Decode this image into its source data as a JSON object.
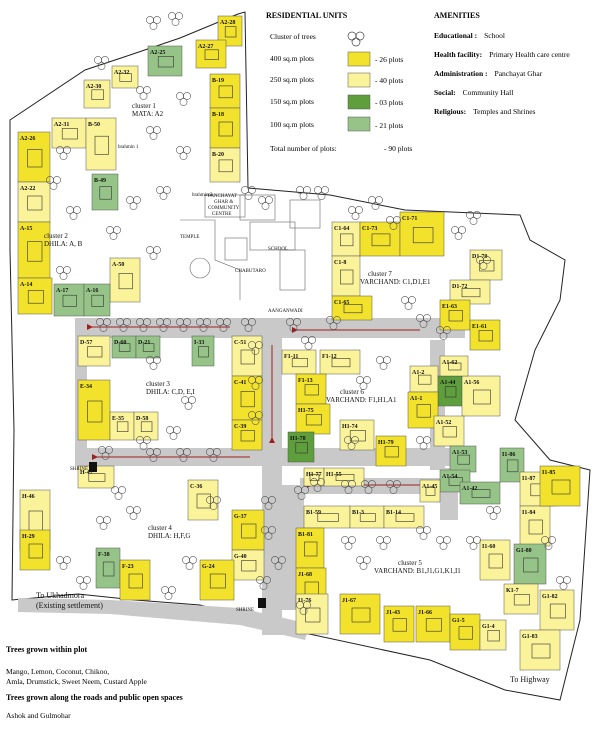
{
  "legend": {
    "heading": "RESIDENTIAL UNITS",
    "trees_label": "Cluster of trees",
    "units": [
      {
        "label": "400 sq.m plots",
        "count": "- 26 plots",
        "color": "#f2e22c"
      },
      {
        "label": "250 sq.m plots",
        "count": "- 40 plots",
        "color": "#fbf39a"
      },
      {
        "label": "150 sq.m plots",
        "count": "- 03 plots",
        "color": "#5f9e3c"
      },
      {
        "label": "100 sq.m plots",
        "count": "- 21 plots",
        "color": "#96c488"
      }
    ],
    "total_label": "Total number of plots:",
    "total_value": "- 90 plots"
  },
  "amenities": {
    "heading": "AMENITIES",
    "items": [
      {
        "key": "Educational :",
        "value": "School"
      },
      {
        "key": "Health facility:",
        "value": "Primary Health care centre"
      },
      {
        "key": "Administration :",
        "value": "Panchayat Ghar"
      },
      {
        "key": "Social:",
        "value": "Community Hall"
      },
      {
        "key": "Religious:",
        "value": "Temples and Shrines"
      }
    ]
  },
  "notes": {
    "plot_trees_heading": "Trees grown within plot",
    "plot_trees_line1": "Mango, Lemon, Coconut, Chikoo,",
    "plot_trees_line2": "Amla, Drumstick, Sweet Neem, Custard Apple",
    "road_trees_heading": "Trees grown along the roads and public open spaces",
    "road_trees_line": "Ashok and Gulmohar"
  },
  "roads": {
    "to_ukhadmora_line1": "To Ukhadmora",
    "to_ukhadmora_line2": "(Existing settlement)",
    "to_highway": "To Highway"
  },
  "landmarks": {
    "temple": "TEMPLE",
    "school": "SCHOOL",
    "chabutaro": "CHABUTARO",
    "aanganwadi": "AANGANWADI",
    "panchayat_line1": "PANCHAYAT",
    "panchayat_line2": "GHAR &",
    "panchayat_line3": "COMMUNITY",
    "panchayat_line4": "CENTRE",
    "shrine": "SHRINE",
    "brahmin1": "brahmin 1",
    "brahmin2": "brahmin 2"
  },
  "clusters": [
    {
      "name": "cluster 1",
      "sub": "MATA: A2"
    },
    {
      "name": "cluster 2",
      "sub": "DHILA: A, B"
    },
    {
      "name": "cluster 3",
      "sub": "DHILA: C,D, E,I"
    },
    {
      "name": "cluster 4",
      "sub": "DHILA: H,F,G"
    },
    {
      "name": "cluster 5",
      "sub": "VARCHAND: B1,J1,G1,K1,I1"
    },
    {
      "name": "cluster 6",
      "sub": "VARCHAND: F1,H1,A1"
    },
    {
      "name": "cluster 7",
      "sub": "VARCHAND: C1,D1,E1"
    }
  ],
  "plots": [
    "A2-28",
    "A2-27",
    "A2-30",
    "A2-32",
    "A2-25",
    "B-19",
    "B-18",
    "B-20",
    "A2-31",
    "A2-26",
    "B-50",
    "A2-22",
    "B-49",
    "A-15",
    "A-50",
    "A-14",
    "A-17",
    "A-16",
    "D-57",
    "D-60",
    "D-21",
    "I-33",
    "C-51",
    "E-34",
    "E-35",
    "D-58",
    "C-41",
    "C-39",
    "H-47",
    "H-46",
    "H-29",
    "C-36",
    "G-37",
    "G-40",
    "G-24",
    "F-38",
    "F-23",
    "C1-64",
    "C1-73",
    "C1-71",
    "C1-8",
    "C1-65",
    "D1-70",
    "D1-72",
    "E1-63",
    "E1-61",
    "F1-11",
    "F1-12",
    "F1-13",
    "H1-75",
    "H1-74",
    "H1-78",
    "H1-79",
    "H1-77",
    "H1-55",
    "A1-2",
    "A1-44",
    "A1-56",
    "A1-1",
    "A1-52",
    "A1-53",
    "A1-54",
    "A1-62",
    "A1-45",
    "A1-42",
    "I1-86",
    "I1-87",
    "I1-84",
    "I1-85",
    "B1-59",
    "B1-3",
    "B1-14",
    "B1-81",
    "J1-68",
    "G1-80",
    "I1-60",
    "K1-7",
    "I1-76",
    "J1-67",
    "J1-43",
    "J1-66",
    "G1-5",
    "G1-4",
    "G1-82",
    "G1-83"
  ]
}
